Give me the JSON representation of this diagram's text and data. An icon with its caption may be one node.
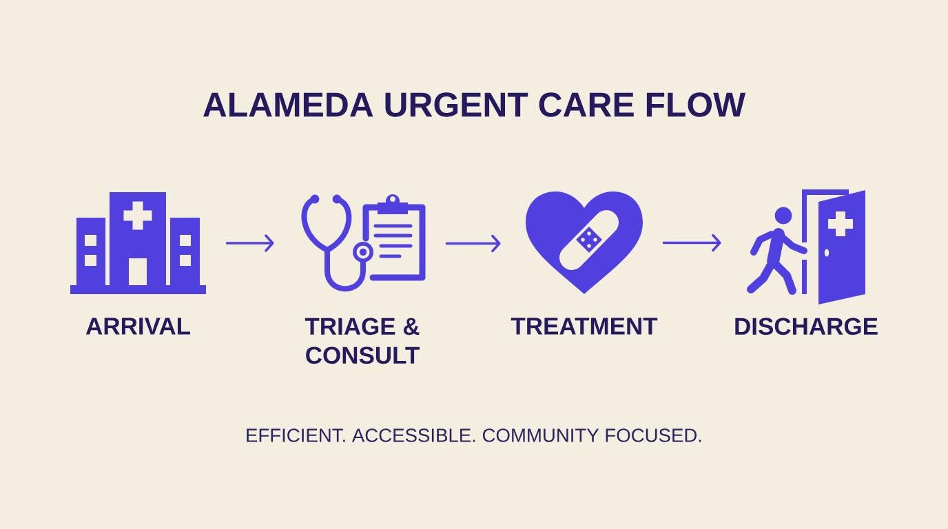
{
  "diagram": {
    "title": "ALAMEDA URGENT CARE FLOW",
    "nodes": [
      {
        "text": [
          "ARRIVAL"
        ]
      },
      {
        "text": [
          "TRIAGE & CONSULT"
        ]
      },
      {
        "text": [
          "TREATMENT"
        ]
      },
      {
        "text": [
          "DISCHARGE"
        ]
      }
    ],
    "edges": [
      {
        "from": 0,
        "to": 1,
        "arrow": "to"
      },
      {
        "from": 1,
        "to": 2,
        "arrow": "to"
      },
      {
        "from": 2,
        "to": 3,
        "arrow": "to"
      }
    ],
    "caption": "EFFICIENT. ACCESSIBLE. COMMUNITY FOCUSED."
  }
}
